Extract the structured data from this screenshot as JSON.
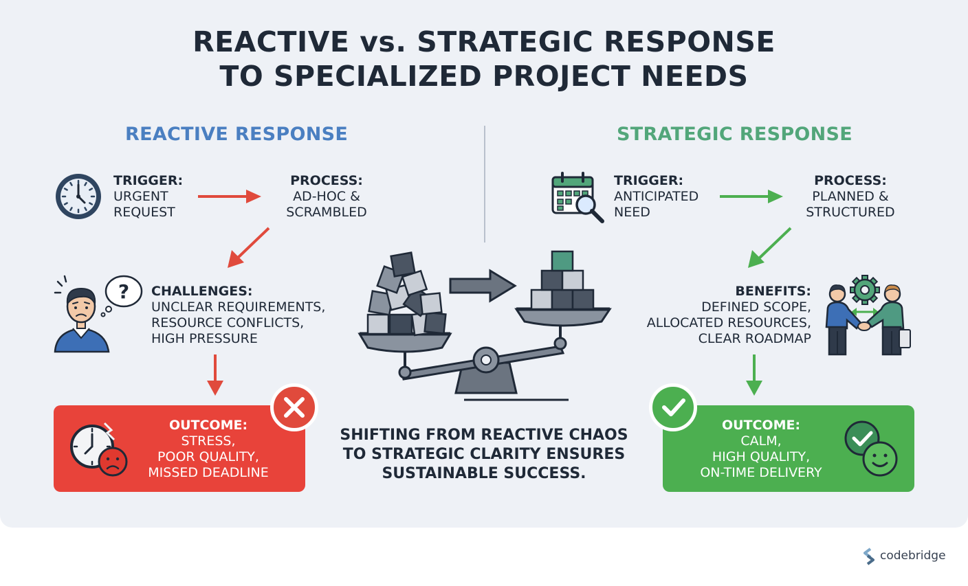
{
  "title": {
    "line1": "REACTIVE vs. STRATEGIC RESPONSE",
    "line2": "TO SPECIALIZED PROJECT NEEDS"
  },
  "reactive": {
    "heading": "REACTIVE RESPONSE",
    "trigger_label": "TRIGGER:",
    "trigger_lines": [
      "URGENT",
      "REQUEST"
    ],
    "process_label": "PROCESS:",
    "process_lines": [
      "AD-HOC &",
      "SCRAMBLED"
    ],
    "challenges_label": "CHALLENGES:",
    "challenges_lines": [
      "UNCLEAR REQUIREMENTS,",
      "RESOURCE CONFLICTS,",
      "HIGH PRESSURE"
    ],
    "outcome_label": "OUTCOME:",
    "outcome_lines": [
      "STRESS,",
      "POOR QUALITY,",
      "MISSED DEADLINE"
    ]
  },
  "strategic": {
    "heading": "STRATEGIC RESPONSE",
    "trigger_label": "TRIGGER:",
    "trigger_lines": [
      "ANTICIPATED",
      "NEED"
    ],
    "process_label": "PROCESS:",
    "process_lines": [
      "PLANNED &",
      "STRUCTURED"
    ],
    "benefits_label": "BENEFITS:",
    "benefits_lines": [
      "DEFINED SCOPE,",
      "ALLOCATED RESOURCES,",
      "CLEAR ROADMAP"
    ],
    "outcome_label": "OUTCOME:",
    "outcome_lines": [
      "CALM,",
      "HIGH QUALITY,",
      "ON-TIME DELIVERY"
    ]
  },
  "center": {
    "lines": [
      "SHIFTING FROM REACTIVE CHAOS",
      "TO STRATEGIC CLARITY ENSURES",
      "SUSTAINABLE SUCCESS."
    ]
  },
  "brand": {
    "name": "codebridge"
  },
  "colors": {
    "reactive": "#4a7fc1",
    "strategic": "#52a67a",
    "red": "#e04a3c",
    "green": "#4caf50",
    "dark": "#1f2937",
    "gray": "#6b7480"
  },
  "icons": {
    "reactive_trigger": "clock-icon",
    "strategic_trigger": "calendar-search-icon",
    "reactive_challenges": "confused-person-icon",
    "strategic_benefits": "handshake-gear-icon",
    "reactive_outcome": "clock-sad-face-icon",
    "strategic_outcome": "check-smile-icon",
    "reactive_badge": "x-icon",
    "strategic_badge": "check-icon",
    "center": "balance-scale-icon"
  }
}
